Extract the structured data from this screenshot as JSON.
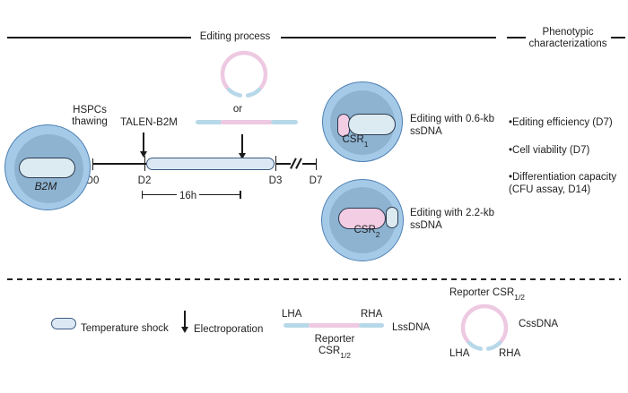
{
  "header": {
    "left_title": "Editing process",
    "right_title_line1": "Phenotypic",
    "right_title_line2": "characterizations"
  },
  "timeline": {
    "hspcs_line1": "HSPCs",
    "hspcs_line2": "thawing",
    "talen": "TALEN-B2M",
    "or": "or",
    "d0": "D0",
    "d2": "D2",
    "d3": "D3",
    "d7": "D7",
    "duration": "16h"
  },
  "cells": {
    "b2m_label": "B2M",
    "csr1_label": "CSR",
    "csr1_sub": "1",
    "csr1_caption1": "Editing with 0.6-kb",
    "csr1_caption2": "ssDNA",
    "csr2_label": "CSR",
    "csr2_sub": "2",
    "csr2_caption1": "Editing with 2.2-kb",
    "csr2_caption2": "ssDNA"
  },
  "phenotypic": {
    "item1": "•Editing efficiency (D7)",
    "item2": "•Cell viability (D7)",
    "item3a": "•Differentiation capacity",
    "item3b": "(CFU assay, D14)"
  },
  "legend": {
    "temp_shock": "Temperature shock",
    "electroporation": "Electroporation",
    "lha": "LHA",
    "rha": "RHA",
    "lssdna": "LssDNA",
    "reporter_line1": "Reporter",
    "reporter_csr": "CSR",
    "reporter_sub": "1/2",
    "css_reporter": "Reporter CSR",
    "css_reporter_sub": "1/2",
    "cssdna": "CssDNA",
    "css_lha": "LHA",
    "css_rha": "RHA"
  },
  "colors": {
    "cell_outer": "#a5cae8",
    "cell_outer_border": "#4d80b3",
    "cell_inner": "#8db3d1",
    "pill_light": "#dcebf2",
    "pill_pink": "#f2cde4",
    "pill_border": "#2e3b4e",
    "timeline_pill_fill": "#dce9f5",
    "timeline_pill_border": "#3d5a80",
    "dna_blue": "#b7d8e8",
    "dna_pink": "#eec9e2",
    "line": "#1a1a1a"
  }
}
